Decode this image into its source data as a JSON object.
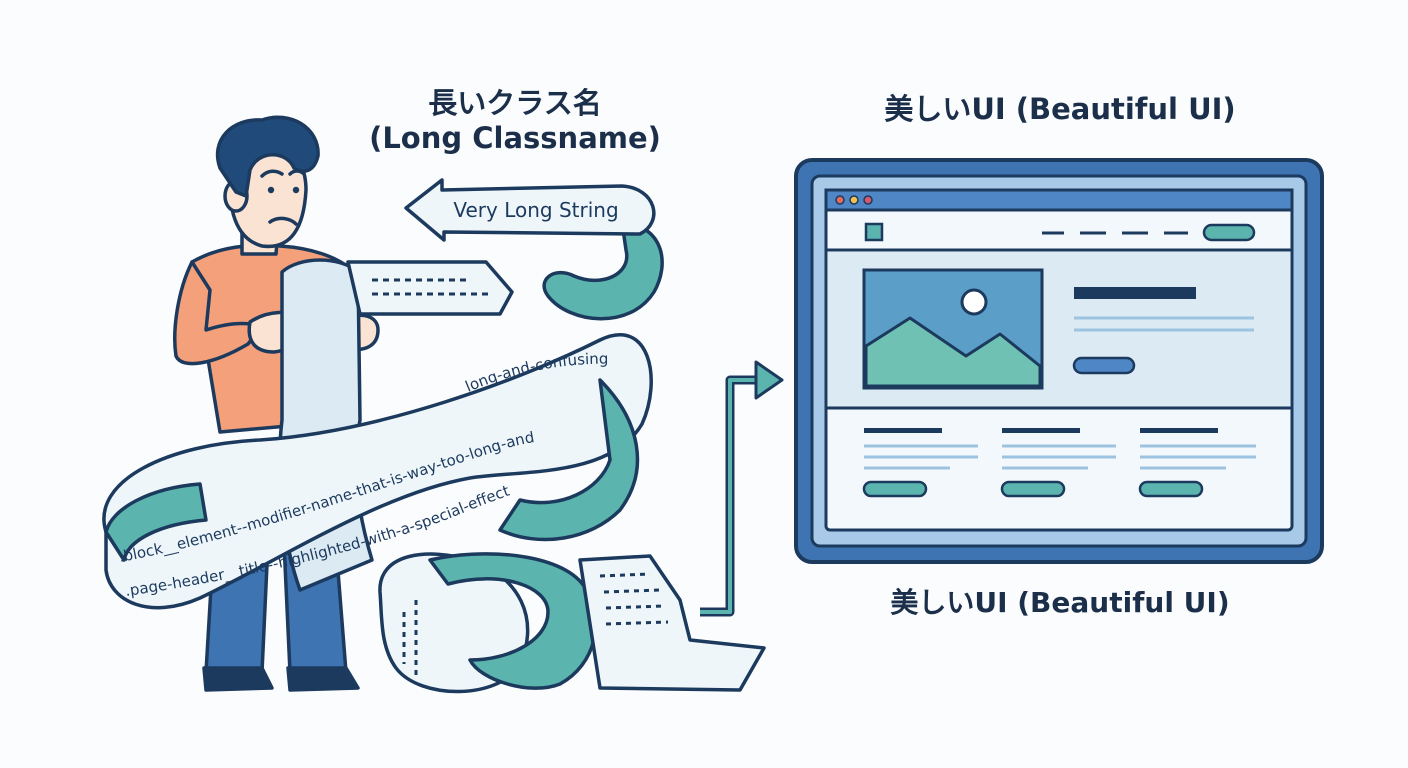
{
  "left": {
    "title_line1": "長いクラス名",
    "title_line2": "(Long Classname)",
    "arrow_label": "Very Long String",
    "ribbon_text_1": "long-and-confusing",
    "ribbon_text_2": ".block__element--modifier-name-that-is-way-too-long-and",
    "ribbon_text_3": ".page-header__title--highlighted-with-a-special-effect"
  },
  "right": {
    "title_top": "美しいUI (Beautiful UI)",
    "title_bottom": "美しいUI (Beautiful UI)"
  },
  "colors": {
    "outline": "#1c3a5e",
    "shirt": "#f4a07a",
    "pants": "#3f74b3",
    "hair": "#1f4a7a",
    "teal": "#5bb5ae",
    "paper": "#dbeaf3",
    "monitor_blue": "#4f86c6"
  },
  "icons": [
    "confused-person-icon",
    "paper-scroll-icon",
    "arrow-left-icon",
    "arrow-right-icon",
    "monitor-icon",
    "image-icon"
  ]
}
